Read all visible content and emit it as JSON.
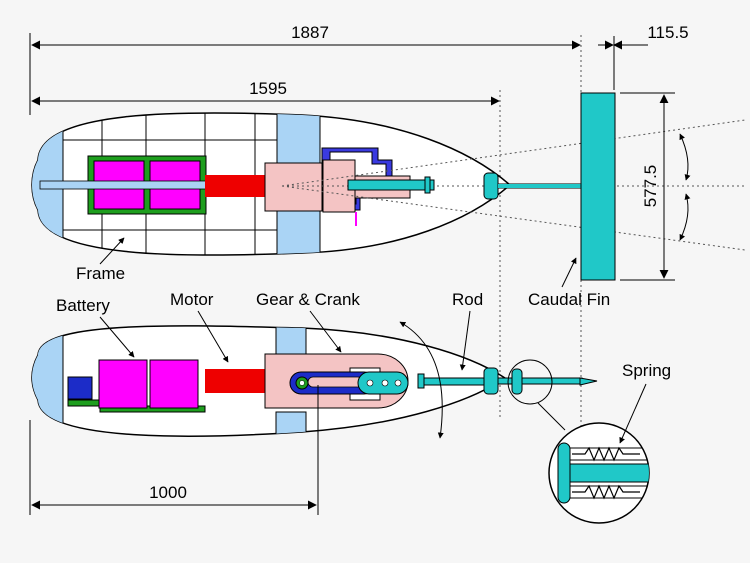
{
  "dimensions": {
    "overall_length": "1887",
    "body_length": "1595",
    "fin_chord": "115.5",
    "fin_span": "577.5",
    "front_section": "1000"
  },
  "labels": {
    "frame": "Frame",
    "battery": "Battery",
    "motor": "Motor",
    "gear_crank": "Gear & Crank",
    "rod": "Rod",
    "caudal_fin": "Caudal Fin",
    "spring": "Spring"
  },
  "colors": {
    "body_fill": "#ffffff",
    "nose_fill": "#aad4f5",
    "battery": "#ff00ff",
    "battery_frame": "#1e9e1e",
    "motor": "#ee0000",
    "gear_housing": "#f4c4c4",
    "bulkhead": "#aad4f5",
    "linkage": "#1c2cc8",
    "rod": "#20c8c8",
    "fin": "#20c8c8"
  }
}
